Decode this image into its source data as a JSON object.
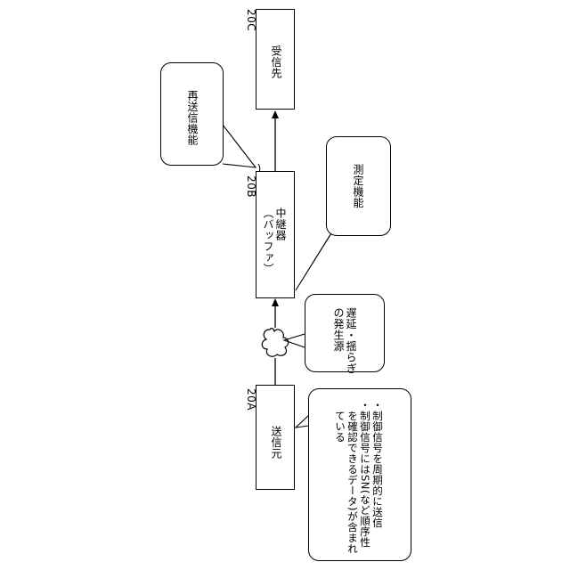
{
  "nodes": {
    "receiver": {
      "ref": "20C",
      "label": "受信先"
    },
    "relay": {
      "ref": "20B",
      "label": "中継器\n（バッファ）"
    },
    "sender": {
      "ref": "20A",
      "label": "送信元"
    }
  },
  "callouts": {
    "retransmit": "再送信機能",
    "measure": "測定機能",
    "delay_source": "遅延・揺らぎ\nの発生源",
    "sender_note": "・制御信号を周期的に送信\n・制御信号にはSN(など順序性\n　を確認できるデータ)が含まれ\n　ている"
  }
}
